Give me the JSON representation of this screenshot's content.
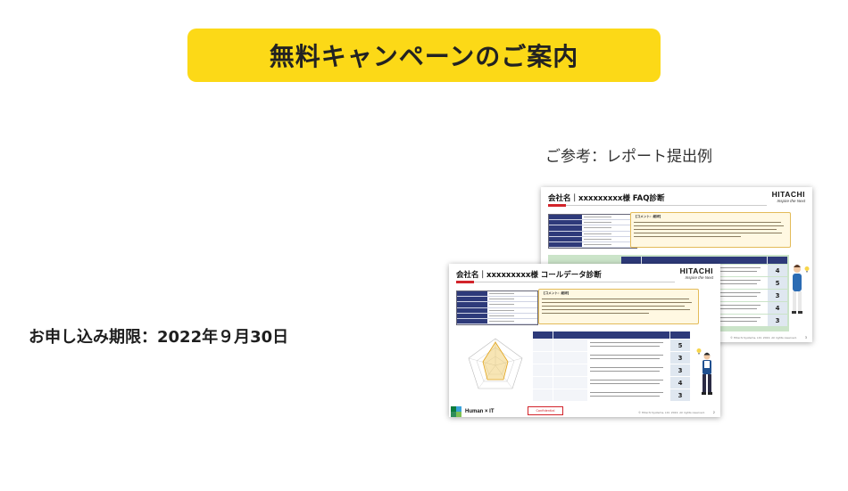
{
  "banner": {
    "title": "無料キャンペーンのご案内"
  },
  "deadline": {
    "text": "お申し込み期限：2022年９月30日"
  },
  "reference": {
    "caption": "ご参考：レポート提出例"
  },
  "slides": {
    "back": {
      "title": "会社名｜xxxxxxxxx様  FAQ診断",
      "logo_brand": "HITACHI",
      "logo_sub": "Inspire the Next",
      "comment_title": "【コメント：総評】",
      "scores": [
        "4",
        "5",
        "3",
        "4",
        "3"
      ],
      "page": "3",
      "footer": "© Hitachi Systems, Ltd. 2022. All rights reserved."
    },
    "front": {
      "title": "会社名｜xxxxxxxxx様  コールデータ診断",
      "logo_brand": "HITACHI",
      "logo_sub": "Inspire the Next",
      "comment_title": "【コメント：総評】",
      "scores": [
        "5",
        "3",
        "3",
        "4",
        "3"
      ],
      "page": "2",
      "footer": "© Hitachi Systems, Ltd. 2022. All rights reserved.",
      "footer_brand": "Human × IT",
      "confidential": "Confidential"
    }
  },
  "colors": {
    "banner_yellow": "#fcd917",
    "navy": "#2e3a7a",
    "accent_red": "#d2232a",
    "comment_bg": "#fff8e2",
    "green_bg": "#cbe4c9"
  }
}
